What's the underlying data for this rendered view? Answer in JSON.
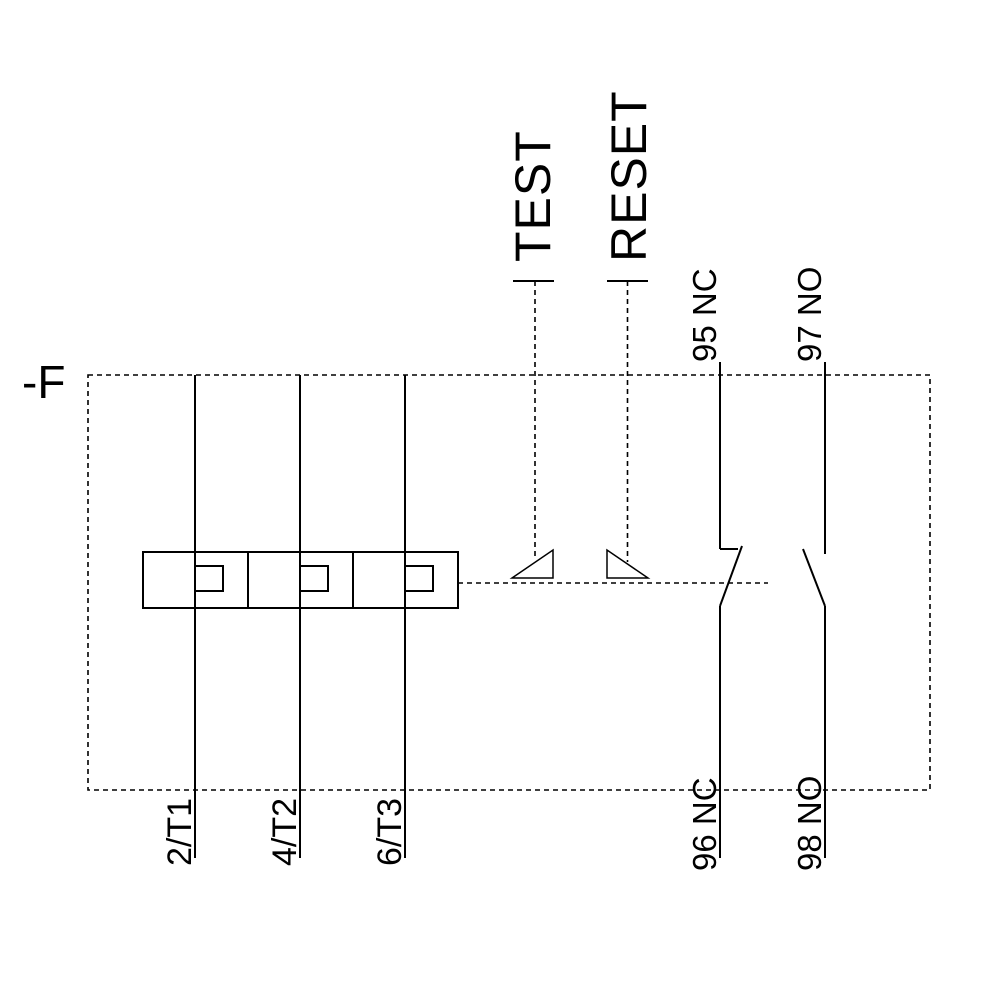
{
  "diagram": {
    "device_label": "-F",
    "controls": {
      "test_label": "TEST",
      "reset_label": "RESET"
    },
    "power_terminals": [
      "2/T1",
      "4/T2",
      "6/T3"
    ],
    "aux_contacts": {
      "nc_top": "95 NC",
      "nc_bottom": "96 NC",
      "no_top": "97 NO",
      "no_bottom": "98 NO"
    },
    "colors": {
      "line": "#000000",
      "background": "#ffffff"
    }
  }
}
